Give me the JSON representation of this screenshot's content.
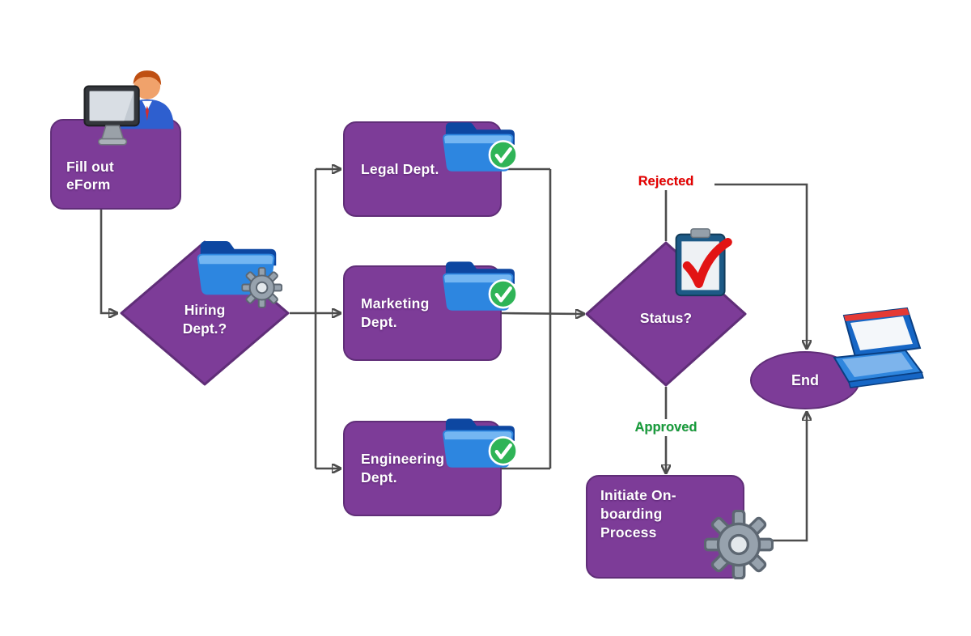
{
  "diagram_type": "flowchart",
  "nodes": {
    "fill_out_eform": {
      "label": "Fill out\neForm",
      "shape": "rounded-rectangle",
      "icon": "person-at-computer-icon"
    },
    "hiring_dept": {
      "label": "Hiring\nDept.?",
      "shape": "diamond",
      "icon": "folder-gear-icon"
    },
    "legal_dept": {
      "label": "Legal Dept.",
      "shape": "rounded-rectangle",
      "icon": "folder-check-icon"
    },
    "marketing_dept": {
      "label": "Marketing\nDept.",
      "shape": "rounded-rectangle",
      "icon": "folder-check-icon"
    },
    "engineering_dept": {
      "label": "Engineering\nDept.",
      "shape": "rounded-rectangle",
      "icon": "folder-check-icon"
    },
    "status": {
      "label": "Status?",
      "shape": "diamond",
      "icon": "clipboard-check-icon"
    },
    "initiate_onboarding": {
      "label": "Initiate On-\nboarding\nProcess",
      "shape": "rounded-rectangle",
      "icon": "gear-icon"
    },
    "end": {
      "label": "End",
      "shape": "ellipse",
      "icon": "laptop-icon"
    }
  },
  "edge_labels": {
    "rejected": "Rejected",
    "approved": "Approved"
  },
  "edges": [
    {
      "from": "fill_out_eform",
      "to": "hiring_dept"
    },
    {
      "from": "hiring_dept",
      "to": "legal_dept"
    },
    {
      "from": "hiring_dept",
      "to": "marketing_dept"
    },
    {
      "from": "hiring_dept",
      "to": "engineering_dept"
    },
    {
      "from": "legal_dept",
      "to": "status"
    },
    {
      "from": "marketing_dept",
      "to": "status"
    },
    {
      "from": "engineering_dept",
      "to": "status"
    },
    {
      "from": "status",
      "to": "end",
      "label": "Rejected"
    },
    {
      "from": "status",
      "to": "initiate_onboarding",
      "label": "Approved"
    },
    {
      "from": "initiate_onboarding",
      "to": "end"
    }
  ],
  "colors": {
    "node_fill": "#7d3c98",
    "node_border": "#602e78",
    "node_text": "#ffffff",
    "connector": "#4d4d4d",
    "rejected_label": "#e60000",
    "approved_label": "#169c3a"
  }
}
